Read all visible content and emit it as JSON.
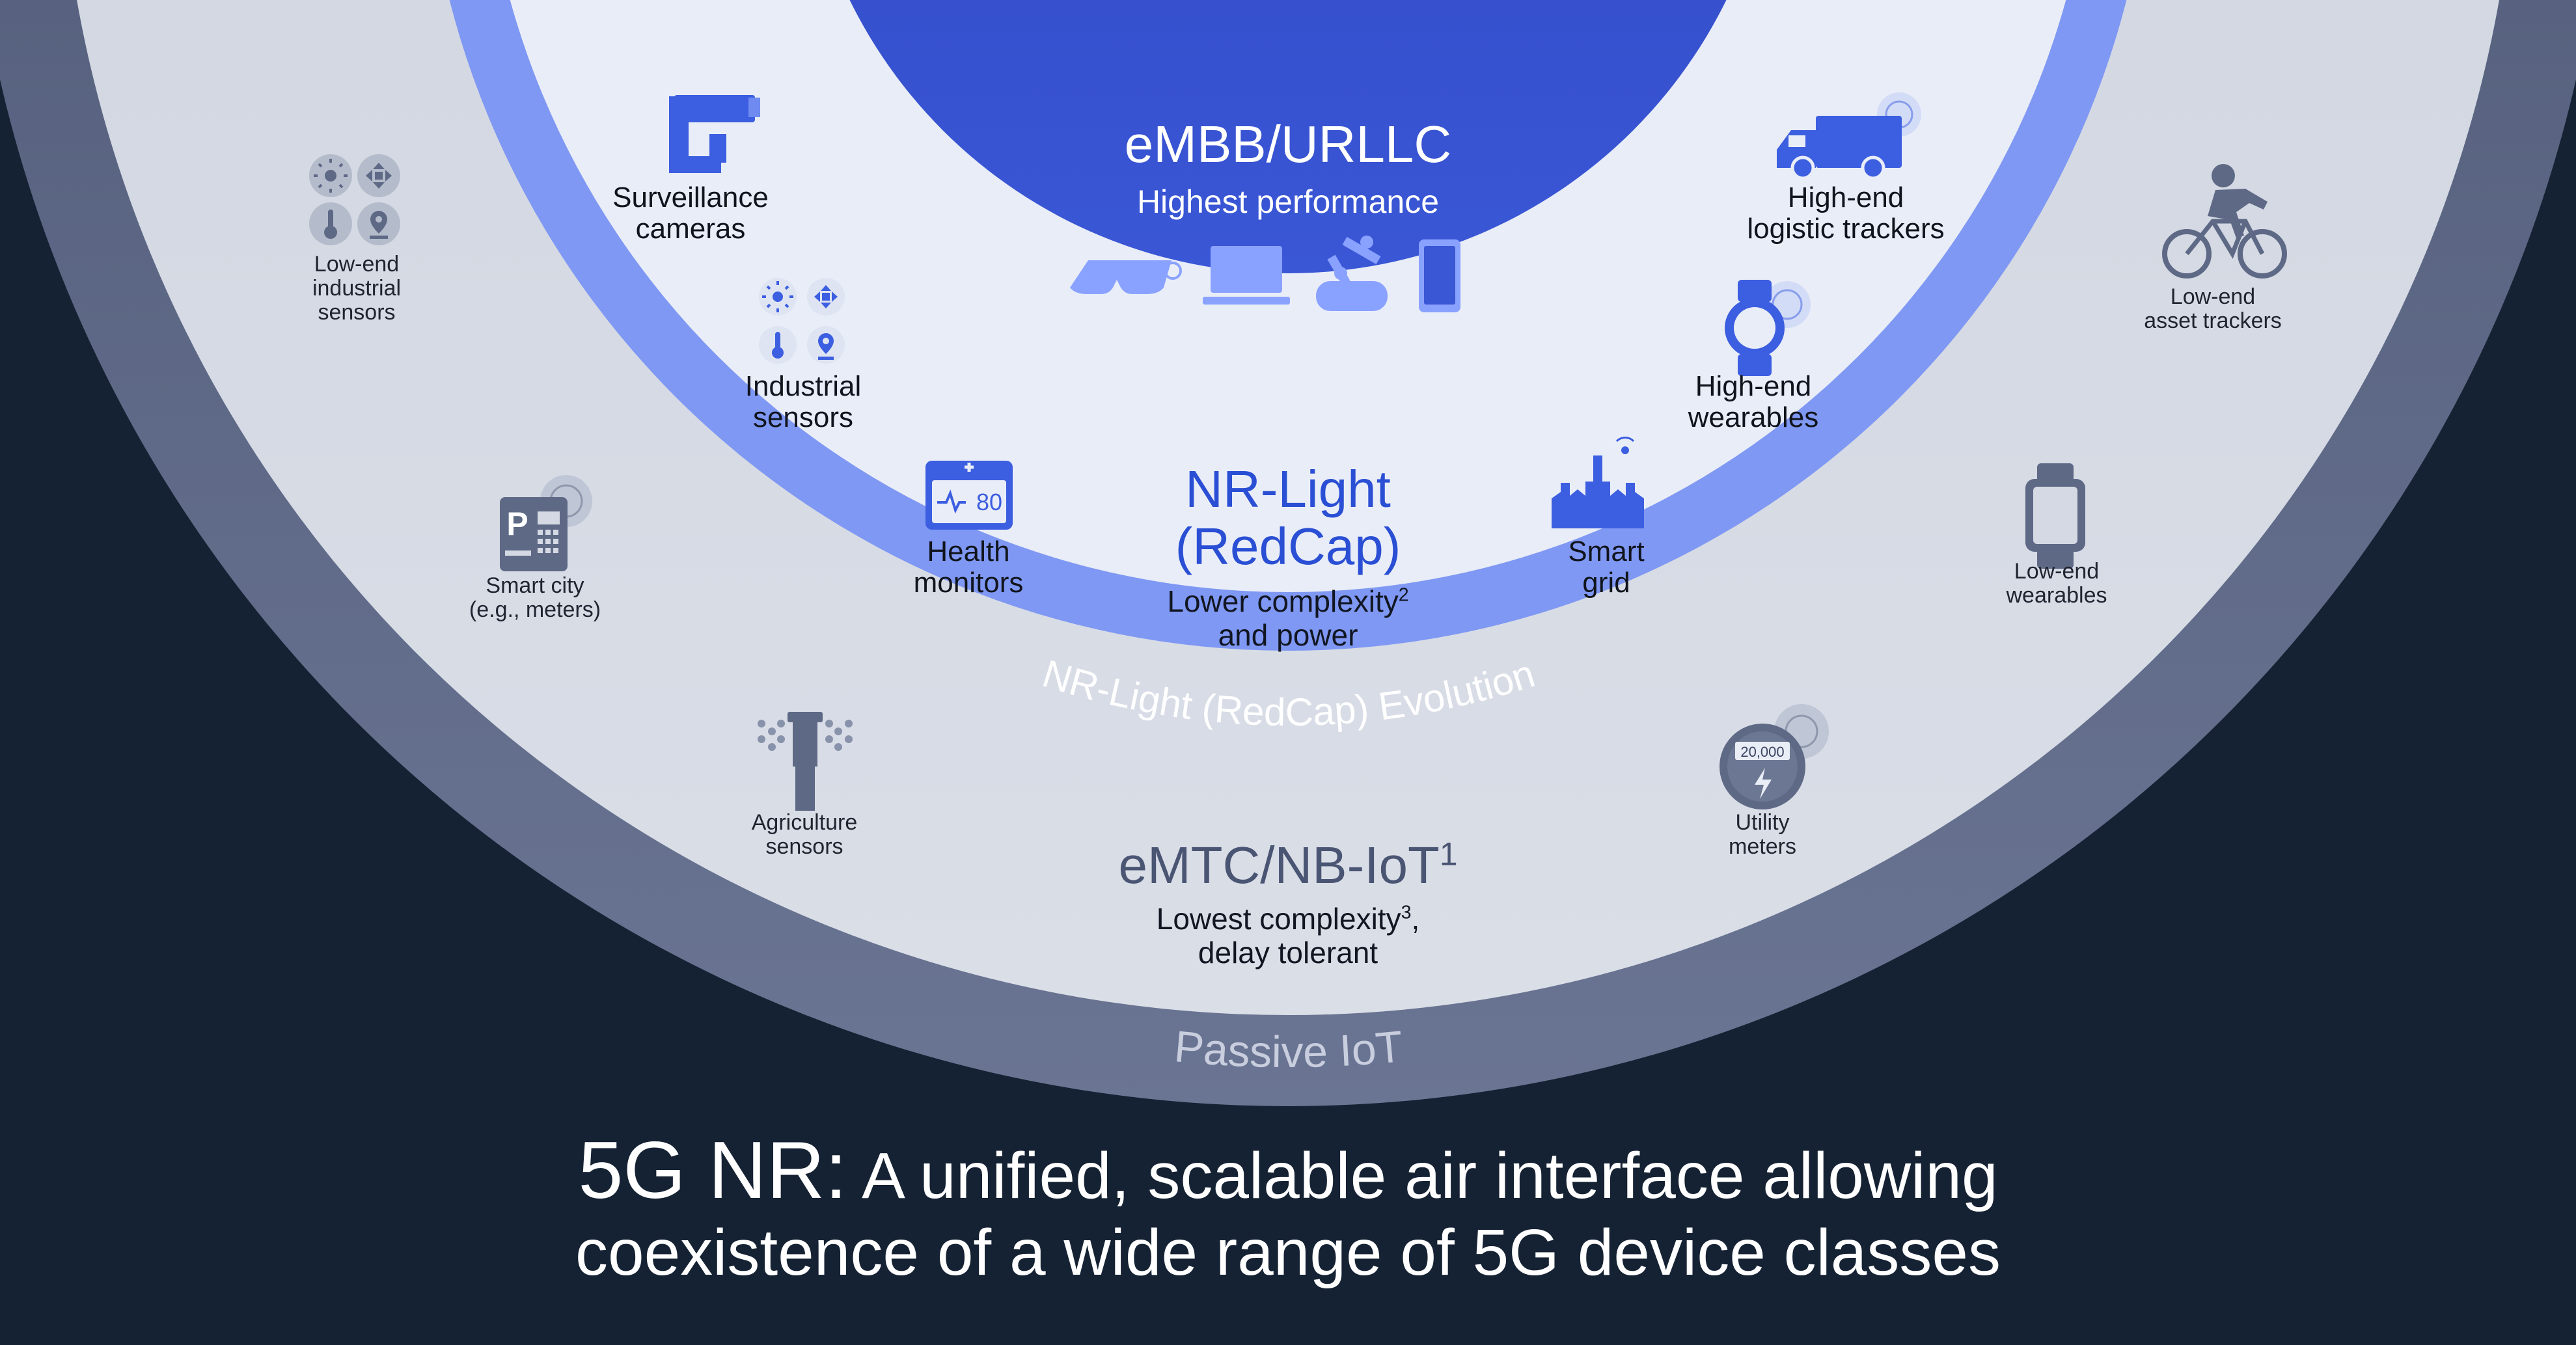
{
  "rings": {
    "passive_iot": {
      "label": "Passive IoT"
    },
    "emtc_nbiot": {
      "title": "eMTC/NB-IoT",
      "title_sup": "1",
      "subtitle_line1": "Lowest complexity",
      "subtitle_line1_sup": "3",
      "subtitle_line1_tail": ",",
      "subtitle_line2": "delay tolerant"
    },
    "redcap_evolution": {
      "label": "NR-Light (RedCap) Evolution"
    },
    "nr_light": {
      "title_line1": "NR-Light",
      "title_line2": "(RedCap)",
      "subtitle_line1": "Lower complexity",
      "subtitle_line1_sup": "2",
      "subtitle_line2": "and power"
    },
    "embb_urllc": {
      "title": "eMBB/URLLC",
      "subtitle": "Highest performance"
    }
  },
  "devices": {
    "outer": [
      {
        "name": "low-end-industrial-sensors",
        "line1": "Low-end",
        "line2": "industrial",
        "line3": "sensors"
      },
      {
        "name": "smart-city",
        "line1": "Smart city",
        "line2": "(e.g., meters)"
      },
      {
        "name": "agriculture-sensors",
        "line1": "Agriculture",
        "line2": "sensors"
      },
      {
        "name": "utility-meters",
        "line1": "Utility",
        "line2": "meters",
        "meter_reading": "20,000"
      },
      {
        "name": "low-end-wearables",
        "line1": "Low-end",
        "line2": "wearables"
      },
      {
        "name": "low-end-asset-trackers",
        "line1": "Low-end",
        "line2": "asset trackers"
      }
    ],
    "inner": [
      {
        "name": "surveillance-cameras",
        "line1": "Surveillance",
        "line2": "cameras"
      },
      {
        "name": "industrial-sensors",
        "line1": "Industrial",
        "line2": "sensors"
      },
      {
        "name": "health-monitors",
        "line1": "Health",
        "line2": "monitors",
        "screen_value": "80"
      },
      {
        "name": "smart-grid",
        "line1": "Smart",
        "line2": "grid"
      },
      {
        "name": "high-end-wearables",
        "line1": "High-end",
        "line2": "wearables"
      },
      {
        "name": "high-end-logistic-trackers",
        "line1": "High-end",
        "line2": "logistic trackers"
      }
    ],
    "core_icons": [
      "smart-glasses-icon",
      "laptop-icon",
      "robot-arm-icon",
      "smartphone-icon"
    ]
  },
  "footer": {
    "lead": "5G NR:",
    "line1_rest": "A unified, scalable air interface allowing",
    "line2": "coexistence of a wide range of 5G device classes"
  },
  "colors": {
    "background": "#152233",
    "passive_ring": "#5d6886",
    "emtc_ring": "#d4d9e3",
    "evolution_ring": "#7f98f3",
    "nr_light_area": "#e9edf8",
    "core": "#2f48c9",
    "icon_gray": "#5e6986",
    "icon_blue": "#3c5ee0"
  }
}
